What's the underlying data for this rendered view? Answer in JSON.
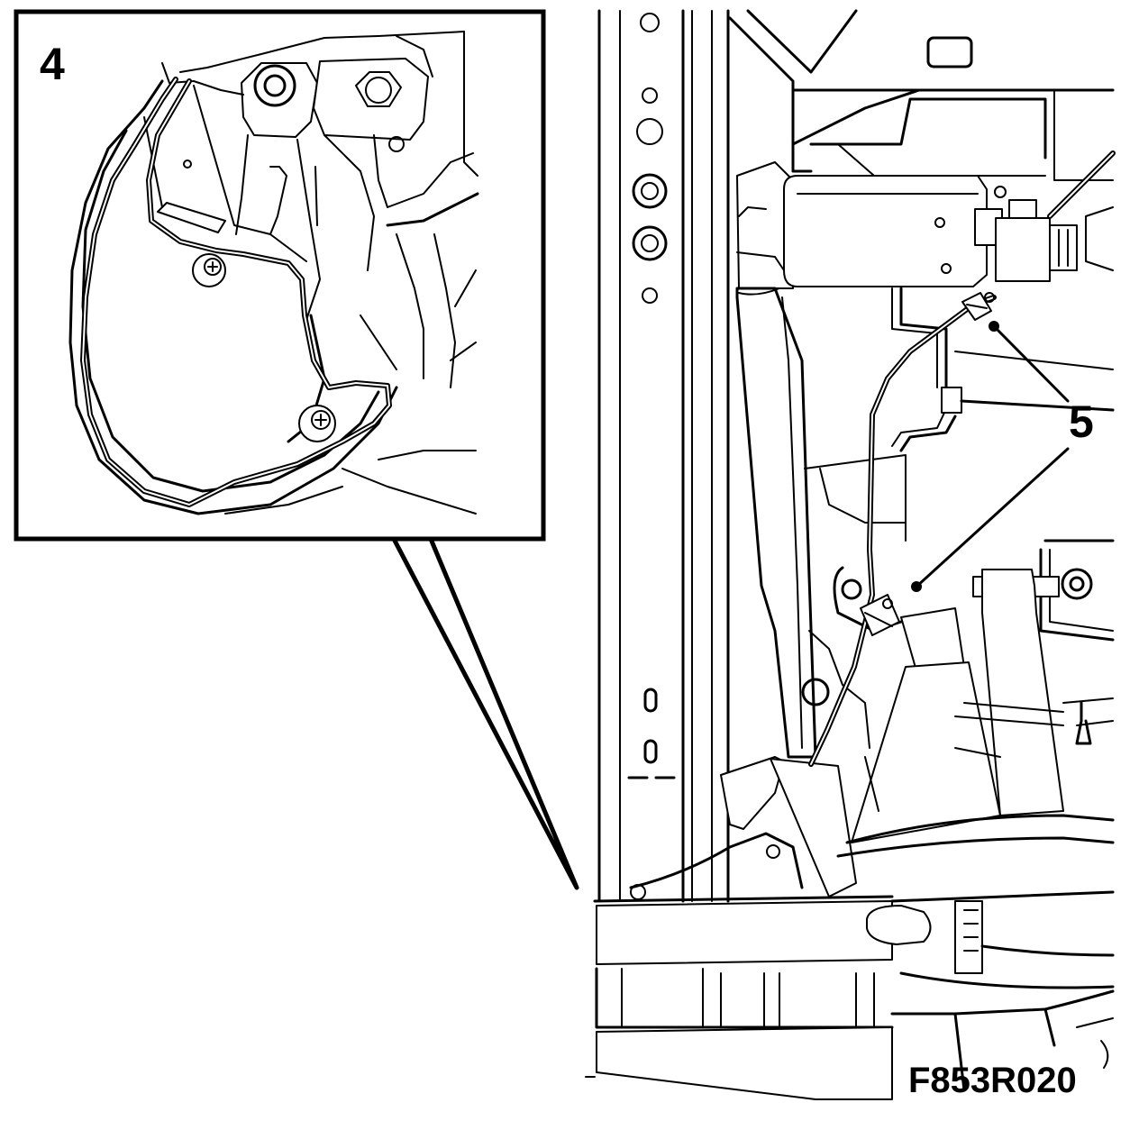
{
  "callouts": {
    "detail_number": "4",
    "location_number": "5"
  },
  "figure_id": "F853R020"
}
